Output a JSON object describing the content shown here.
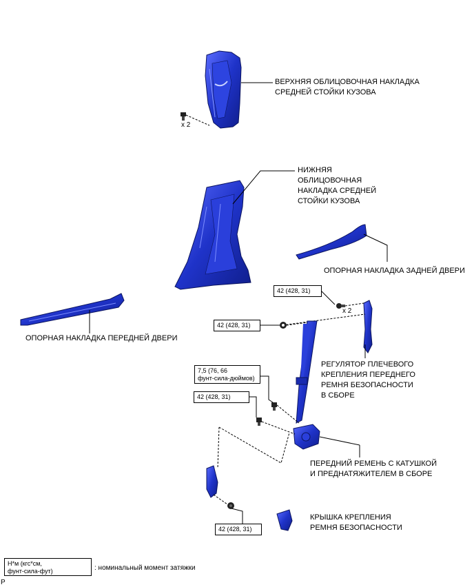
{
  "labels": {
    "upper_pillar_trim": "ВЕРХНЯЯ ОБЛИЦОВОЧНАЯ НАКЛАДКА\nСРЕДНЕЙ СТОЙКИ КУЗОВА",
    "lower_pillar_trim": "НИЖНЯЯ\nОБЛИЦОВОЧНАЯ\nНАКЛАДКА СРЕДНЕЙ\nСТОЙКИ КУЗОВА",
    "rear_door_scuff": "ОПОРНАЯ НАКЛАДКА ЗАДНЕЙ ДВЕРИ",
    "front_door_scuff": "ОПОРНАЯ НАКЛАДКА ПЕРЕДНЕЙ ДВЕРИ",
    "shoulder_adjuster": "РЕГУЛЯТОР ПЛЕЧЕВОГО\nКРЕПЛЕНИЯ ПЕРЕДНЕГО\nРЕМНЯ БЕЗОПАСНОСТИ\nВ СБОРЕ",
    "front_belt_retractor": "ПЕРЕДНИЙ РЕМЕНЬ С КАТУШКОЙ\nИ ПРЕДНАТЯЖИТЕЛЕМ В СБОРЕ",
    "anchor_cover": "КРЫШКА КРЕПЛЕНИЯ\nРЕМНЯ БЕЗОПАСНОСТИ"
  },
  "quantities": {
    "upper_clips": "x 2",
    "adjuster_bolts": "x 2"
  },
  "torques": {
    "adjuster_bolt": "42 (428, 31)",
    "upper_anchor_nut": "42 (428, 31)",
    "retractor_upper_bolt": "7,5 (76, 66\nфунт-сила-дюймов)",
    "retractor_bolt": "42 (428, 31)",
    "lower_anchor_bolt": "42 (428, 31)"
  },
  "legend": {
    "box": "Н*м (кгс*см,\nфунт-сила-фут)",
    "description": ": номинальный момент затяжки"
  },
  "corner_mark": "P",
  "colors": {
    "part_fill": "#1f33c9",
    "part_dark": "#0f1b7a",
    "part_light": "#6f83ff"
  }
}
